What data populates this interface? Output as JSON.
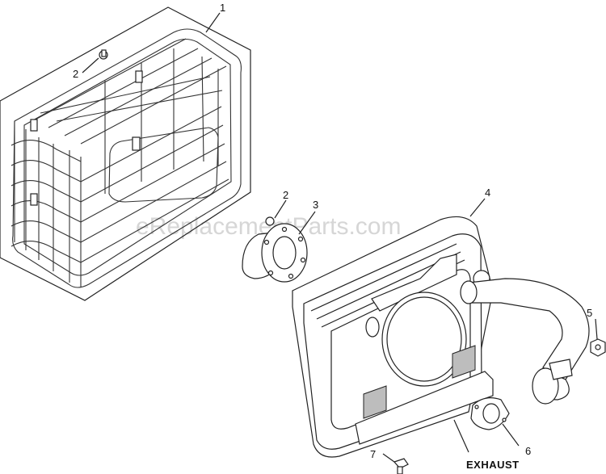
{
  "watermark": "eReplacementParts.com",
  "callouts": [
    {
      "id": "callout-1",
      "text": "1"
    },
    {
      "id": "callout-2a",
      "text": "2"
    },
    {
      "id": "callout-2b",
      "text": "2"
    },
    {
      "id": "callout-3",
      "text": "3"
    },
    {
      "id": "callout-4",
      "text": "4"
    },
    {
      "id": "callout-5",
      "text": "5"
    },
    {
      "id": "callout-6",
      "text": "6"
    },
    {
      "id": "callout-7",
      "text": "7"
    }
  ],
  "exhaust_label": "EXHAUST"
}
